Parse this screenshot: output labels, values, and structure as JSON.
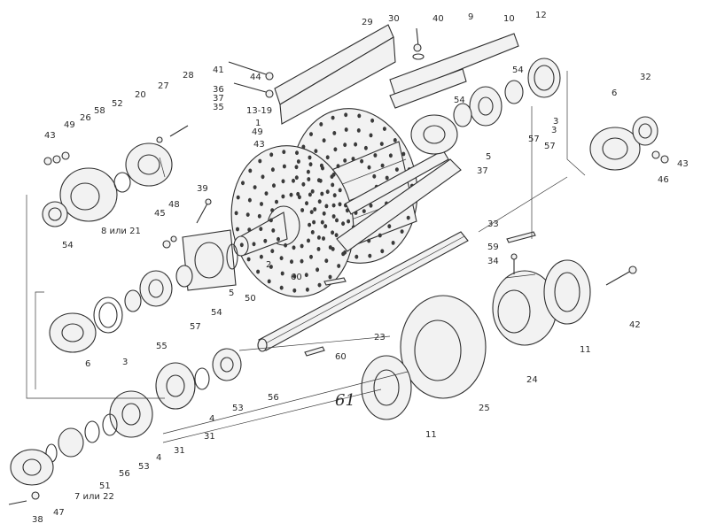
{
  "labels": [
    {
      "id": "l29",
      "text": "29"
    },
    {
      "id": "l30",
      "text": "30"
    },
    {
      "id": "l40",
      "text": "40"
    },
    {
      "id": "l9",
      "text": "9"
    },
    {
      "id": "l10",
      "text": "10"
    },
    {
      "id": "l12",
      "text": "12"
    },
    {
      "id": "l41",
      "text": "41"
    },
    {
      "id": "l44",
      "text": "44"
    },
    {
      "id": "l36",
      "text": "36"
    },
    {
      "id": "l37a",
      "text": "37"
    },
    {
      "id": "l35",
      "text": "35"
    },
    {
      "id": "l1319",
      "text": "13-19"
    },
    {
      "id": "l1",
      "text": "1"
    },
    {
      "id": "l49a",
      "text": "49"
    },
    {
      "id": "l43a",
      "text": "43"
    },
    {
      "id": "l28",
      "text": "28"
    },
    {
      "id": "l27",
      "text": "27"
    },
    {
      "id": "l20",
      "text": "20"
    },
    {
      "id": "l52",
      "text": "52"
    },
    {
      "id": "l58",
      "text": "58"
    },
    {
      "id": "l26",
      "text": "26"
    },
    {
      "id": "l49b",
      "text": "49"
    },
    {
      "id": "l43b",
      "text": "43"
    },
    {
      "id": "l54a",
      "text": "54"
    },
    {
      "id": "l8or21",
      "text": "8 или 21"
    },
    {
      "id": "l39",
      "text": "39"
    },
    {
      "id": "l45",
      "text": "45"
    },
    {
      "id": "l48",
      "text": "48"
    },
    {
      "id": "l54b",
      "text": "54"
    },
    {
      "id": "l54c",
      "text": "54"
    },
    {
      "id": "l57a",
      "text": "57"
    },
    {
      "id": "l3a",
      "text": "3"
    },
    {
      "id": "l6a",
      "text": "6"
    },
    {
      "id": "l32",
      "text": "32"
    },
    {
      "id": "l43c",
      "text": "43"
    },
    {
      "id": "l46",
      "text": "46"
    },
    {
      "id": "l5a",
      "text": "5"
    },
    {
      "id": "l37b",
      "text": "37"
    },
    {
      "id": "l57b",
      "text": "57"
    },
    {
      "id": "l3b",
      "text": "3"
    },
    {
      "id": "l33",
      "text": "33"
    },
    {
      "id": "l59",
      "text": "59"
    },
    {
      "id": "l34",
      "text": "34"
    },
    {
      "id": "l2",
      "text": "2"
    },
    {
      "id": "l60a",
      "text": "60"
    },
    {
      "id": "l50",
      "text": "50"
    },
    {
      "id": "l5b",
      "text": "5"
    },
    {
      "id": "l57c",
      "text": "57"
    },
    {
      "id": "l54d",
      "text": "54"
    },
    {
      "id": "l55",
      "text": "55"
    },
    {
      "id": "l3c",
      "text": "3"
    },
    {
      "id": "l6b",
      "text": "6"
    },
    {
      "id": "l23",
      "text": "23"
    },
    {
      "id": "l60b",
      "text": "60"
    },
    {
      "id": "l42",
      "text": "42"
    },
    {
      "id": "l11a",
      "text": "11"
    },
    {
      "id": "l24",
      "text": "24"
    },
    {
      "id": "l25",
      "text": "25"
    },
    {
      "id": "l61",
      "text": "61"
    },
    {
      "id": "l11b",
      "text": "11"
    },
    {
      "id": "l56a",
      "text": "56"
    },
    {
      "id": "l53a",
      "text": "53"
    },
    {
      "id": "l4a",
      "text": "4"
    },
    {
      "id": "l31a",
      "text": "31"
    },
    {
      "id": "l31b",
      "text": "31"
    },
    {
      "id": "l4b",
      "text": "4"
    },
    {
      "id": "l53b",
      "text": "53"
    },
    {
      "id": "l56b",
      "text": "56"
    },
    {
      "id": "l51",
      "text": "51"
    },
    {
      "id": "l7or22",
      "text": "7 или 22"
    },
    {
      "id": "l47",
      "text": "47"
    },
    {
      "id": "l38",
      "text": "38"
    }
  ]
}
